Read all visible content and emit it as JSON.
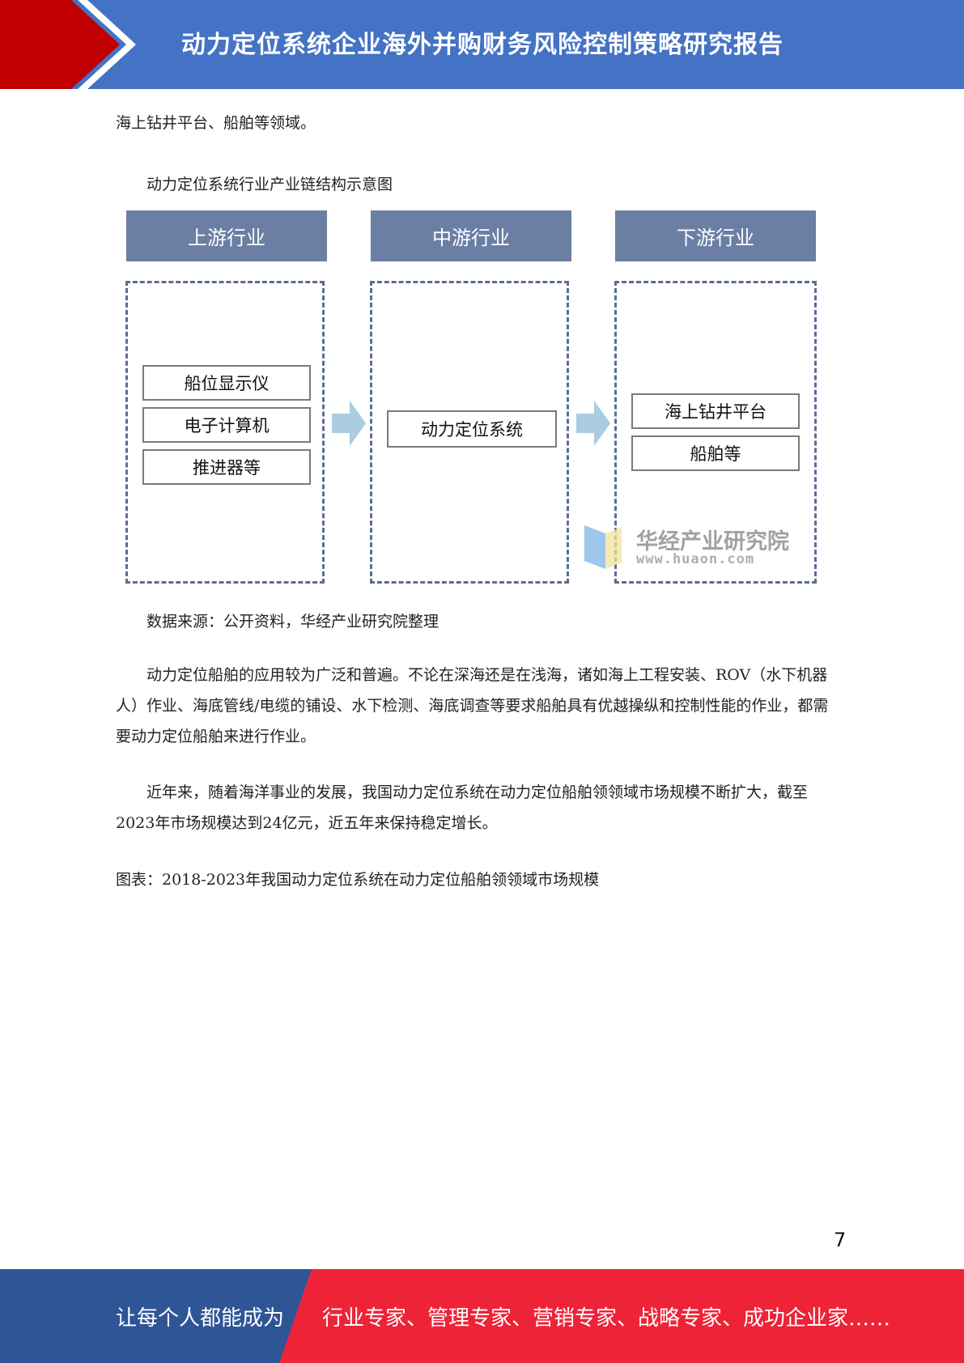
{
  "header": {
    "title": "动力定位系统企业海外并购财务风险控制策略研究报告"
  },
  "body": {
    "intro_line": "海上钻井平台、船舶等领域。",
    "figure_caption": "动力定位系统行业产业链结构示意图",
    "source_note": "数据来源：公开资料，华经产业研究院整理",
    "paragraph_1": "动力定位船舶的应用较为广泛和普遍。不论在深海还是在浅海，诸如海上工程安装、ROV（水下机器人）作业、海底管线/电缆的铺设、水下检测、海底调查等要求船舶具有优越操纵和控制性能的作业，都需要动力定位船舶来进行作业。",
    "paragraph_2": "近年来，随着海洋事业的发展，我国动力定位系统在动力定位船舶领领域市场规模不断扩大，截至2023年市场规模达到24亿元，近五年来保持稳定增长。",
    "chart_caption": "图表：2018-2023年我国动力定位系统在动力定位船舶领领域市场规模"
  },
  "diagram": {
    "upstream": {
      "label": "上游行业",
      "items": [
        "船位显示仪",
        "电子计算机",
        "推进器等"
      ]
    },
    "midstream": {
      "label": "中游行业",
      "items": [
        "动力定位系统"
      ]
    },
    "downstream": {
      "label": "下游行业",
      "items": [
        "海上钻井平台",
        "船舶等"
      ]
    },
    "colors": {
      "header_fill": "#6b7fa5",
      "dash_border": "#5a6d92",
      "arrow": "#a9cce0"
    }
  },
  "watermark": {
    "name": "华经产业研究院",
    "url": "www.huaon.com"
  },
  "page_number": "7",
  "footer": {
    "left_text": "让每个人都能成为",
    "right_text": "行业专家、管理专家、营销专家、战略专家、成功企业家……"
  },
  "colors": {
    "header_blue": "#4472c4",
    "accent_red": "#c00000",
    "footer_blue": "#2f5597",
    "footer_red": "#ee2338"
  }
}
